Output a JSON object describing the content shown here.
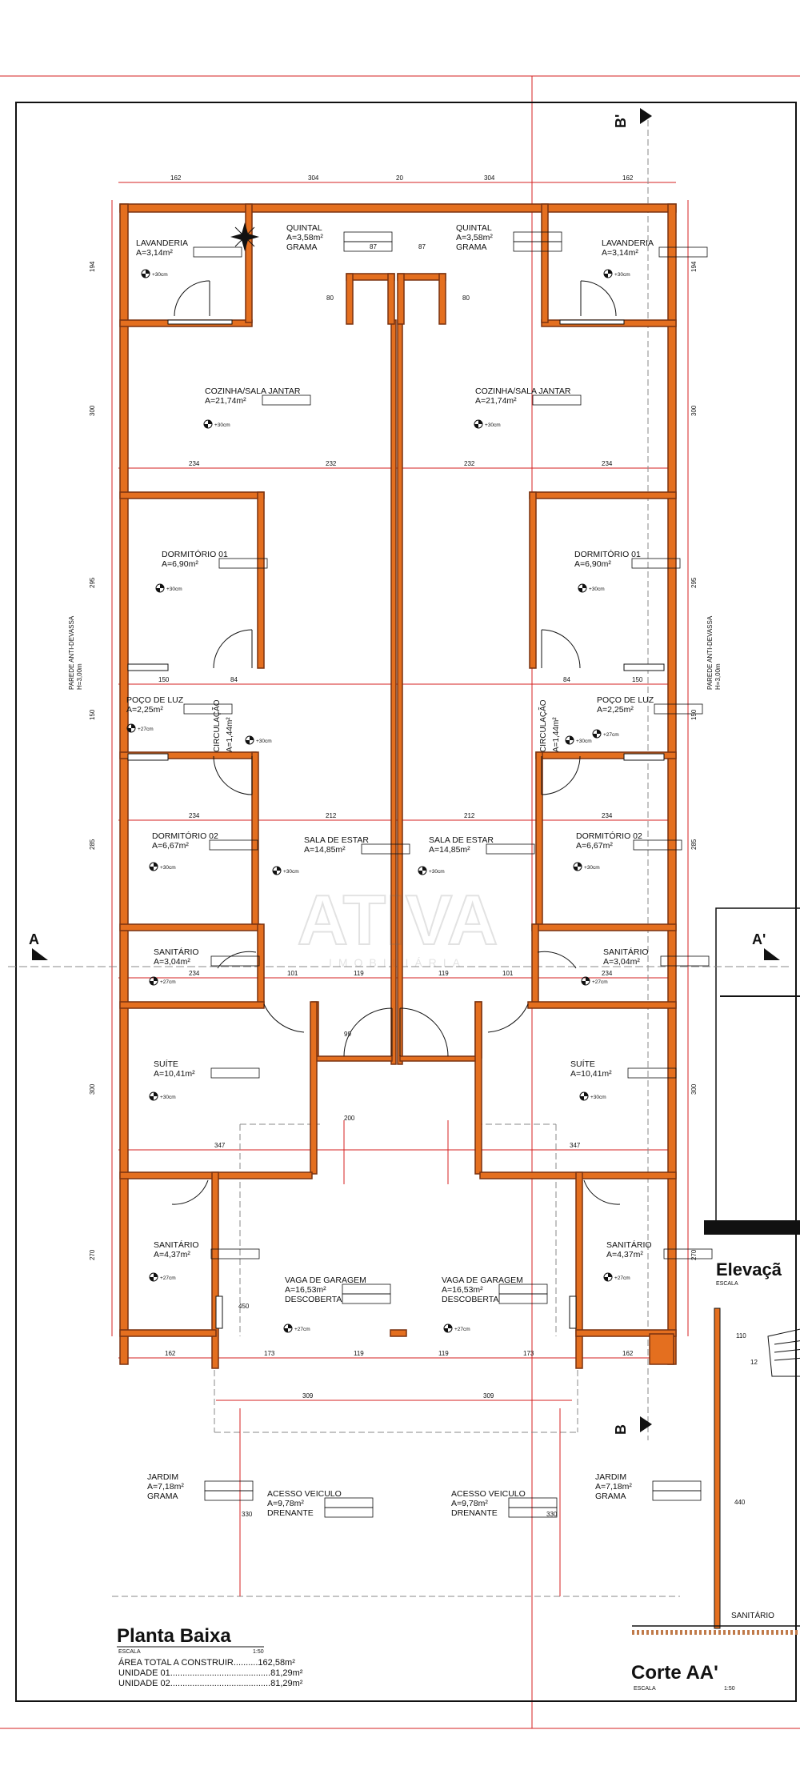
{
  "colors": {
    "wall": "#e46f1f",
    "wall_dark": "#7a3210",
    "dim_line": "#d42020",
    "ink": "#111111",
    "paper": "#ffffff"
  },
  "rooms": {
    "lavanderia_l": {
      "name": "LAVANDERIA",
      "area": "A=3,14m²",
      "level": "+30cm"
    },
    "lavanderia_r": {
      "name": "LAVANDERIA",
      "area": "A=3,14m²",
      "level": "+30cm"
    },
    "quintal_l": {
      "name": "QUINTAL",
      "area": "A=3,58m²",
      "finish": "GRAMA"
    },
    "quintal_r": {
      "name": "QUINTAL",
      "area": "A=3,58m²",
      "finish": "GRAMA"
    },
    "cozinha_l": {
      "name": "COZINHA/SALA JANTAR",
      "area": "A=21,74m²",
      "level": "+30cm"
    },
    "cozinha_r": {
      "name": "COZINHA/SALA JANTAR",
      "area": "A=21,74m²",
      "level": "+30cm"
    },
    "dorm1_l": {
      "name": "DORMITÓRIO 01",
      "area": "A=6,90m²",
      "level": "+30cm"
    },
    "dorm1_r": {
      "name": "DORMITÓRIO 01",
      "area": "A=6,90m²",
      "level": "+30cm"
    },
    "poco_l": {
      "name": "POÇO DE LUZ",
      "area": "A=2,25m²",
      "level": "+27cm"
    },
    "poco_r": {
      "name": "POÇO DE LUZ",
      "area": "A=2,25m²",
      "level": "+27cm"
    },
    "circ_l": {
      "name": "CIRCULAÇÃO",
      "area": "A=1,44m²",
      "level": "+30cm"
    },
    "circ_r": {
      "name": "CIRCULAÇÃO",
      "area": "A=1,44m²",
      "level": "+30cm"
    },
    "dorm2_l": {
      "name": "DORMITÓRIO 02",
      "area": "A=6,67m²",
      "level": "+30cm"
    },
    "dorm2_r": {
      "name": "DORMITÓRIO 02",
      "area": "A=6,67m²",
      "level": "+30cm"
    },
    "sala_l": {
      "name": "SALA DE ESTAR",
      "area": "A=14,85m²",
      "level": "+30cm"
    },
    "sala_r": {
      "name": "SALA DE ESTAR",
      "area": "A=14,85m²",
      "level": "+30cm"
    },
    "san1_l": {
      "name": "SANITÁRIO",
      "area": "A=3,04m²",
      "level": "+27cm"
    },
    "san1_r": {
      "name": "SANITÁRIO",
      "area": "A=3,04m²",
      "level": "+27cm"
    },
    "suite_l": {
      "name": "SUÍTE",
      "area": "A=10,41m²",
      "level": "+30cm"
    },
    "suite_r": {
      "name": "SUÍTE",
      "area": "A=10,41m²",
      "level": "+30cm"
    },
    "san2_l": {
      "name": "SANITÁRIO",
      "area": "A=4,37m²",
      "level": "+27cm"
    },
    "san2_r": {
      "name": "SANITÁRIO",
      "area": "A=4,37m²",
      "level": "+27cm"
    },
    "garagem_l": {
      "name": "VAGA DE GARAGEM",
      "area": "A=16,53m²",
      "finish": "DESCOBERTA",
      "level": "+27cm"
    },
    "garagem_r": {
      "name": "VAGA DE GARAGEM",
      "area": "A=16,53m²",
      "finish": "DESCOBERTA",
      "level": "+27cm"
    },
    "jardim_l": {
      "name": "JARDIM",
      "area": "A=7,18m²",
      "finish": "GRAMA"
    },
    "jardim_r": {
      "name": "JARDIM",
      "area": "A=7,18m²",
      "finish": "GRAMA"
    },
    "acesso_l": {
      "name": "ACESSO VEICULO",
      "area": "A=9,78m²",
      "finish": "DRENANTE"
    },
    "acesso_r": {
      "name": "ACESSO VEICULO",
      "area": "A=9,78m²",
      "finish": "DRENANTE"
    }
  },
  "side_notes": {
    "left_wall": "PAREDE ANTI-DEVASSA",
    "left_height": "H=3,00m",
    "right_wall": "PAREDE ANTI-DEVASSA",
    "right_height": "H=3,00m"
  },
  "dimensions": {
    "top_162_l": "162",
    "top_304_l": "304",
    "top_20": "20",
    "top_304_r": "304",
    "top_162_r": "162",
    "row1_234_l": "234",
    "row1_232_l": "232",
    "row1_232_r": "232",
    "row1_234_r": "234",
    "row2_150_l": "150",
    "row2_84_l": "84",
    "row2_84_r": "84",
    "row2_150_r": "150",
    "row3_234_l": "234",
    "row3_212_l": "212",
    "row3_212_r": "212",
    "row3_234_r": "234",
    "row4_234_l": "234",
    "row4_101_l": "101",
    "row4_119_l": "119",
    "row4_119_r": "119",
    "row4_101_r": "101",
    "row4_234_r": "234",
    "row5_347_l": "347",
    "row5_347_r": "347",
    "row6_162_l": "162",
    "row6_173_l": "173",
    "row6_119_l": "119",
    "row6_119_r": "119",
    "row6_173_r": "173",
    "row6_162_r": "162",
    "row7_309_l": "309",
    "row7_309_r": "309",
    "v_194_l": "194",
    "v_300_l": "300",
    "v_295_l": "295",
    "v_150_l": "150",
    "v_285_l": "285",
    "v_300b_l": "300",
    "v_270_l": "270",
    "v_194_r": "194",
    "v_300_r": "300",
    "v_295_r": "295",
    "v_150_r": "150",
    "v_285_r": "285",
    "v_300b_r": "300",
    "v_270_r": "270",
    "q_87_l": "87",
    "q_87_r": "87",
    "q_80_l": "80",
    "q_80_r": "80",
    "c_99": "99",
    "c_200": "200",
    "g_450": "450",
    "j_330": "330",
    "j_330_r": "330",
    "r_110": "110",
    "r_440": "440",
    "r_12": "12"
  },
  "markers": {
    "section_a": "A",
    "section_a_prime": "A'",
    "section_b_top": "B'",
    "section_b_bottom": "B"
  },
  "watermark": {
    "brand": "ATIVA",
    "sub": "IMOBILIÁRIA"
  },
  "titles": {
    "planta": "Planta Baixa",
    "planta_scale": "ESCALA",
    "planta_scale_value": "1:50",
    "area_total": "ÁREA TOTAL A CONSTRUIR..........162,58m²",
    "unidade1": "UNIDADE 01.........................................81,29m²",
    "unidade2": "UNIDADE 02.........................................81,29m²",
    "elevacao": "Elevaçã",
    "elevacao_scale": "ESCALA",
    "corte": "Corte AA'",
    "corte_scale": "ESCALA",
    "corte_scale_value": "1:50",
    "corte_room": "SANITÁRIO"
  }
}
